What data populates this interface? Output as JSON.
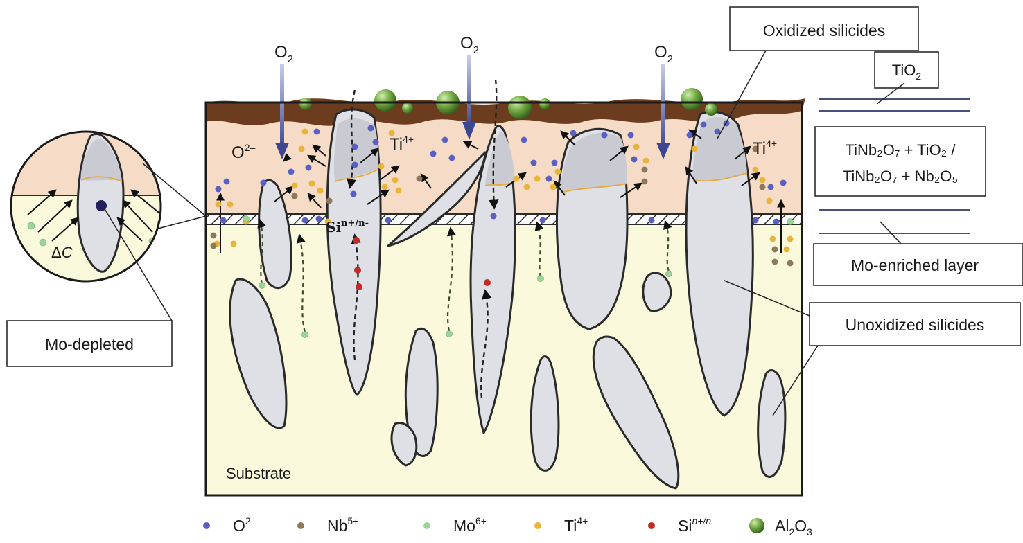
{
  "labels": {
    "o2_left": "O",
    "o2_mid": "O",
    "o2_right": "O",
    "o2_sub": "2",
    "o2minus_zone": "O",
    "o2minus_zone_sup": "2–",
    "ti4_left": "Ti",
    "ti4_right": "Ti",
    "ti4_sup": "4+",
    "si_label": "Si",
    "si_sup": "n+/n-",
    "substrate": "Substrate",
    "delta_c_symbol": "Δ",
    "delta_c_var": "C"
  },
  "callouts": {
    "oxidized_silicides": "Oxidized silicides",
    "tio2": "TiO",
    "tio2_sub": "2",
    "layer_line1": "TiNb₂O₇ + TiO₂ /",
    "layer_line2": "TiNb₂O₇ + Nb₂O₅",
    "mo_enriched": "Mo-enriched layer",
    "unoxidized_silicides": "Unoxidized silicides",
    "mo_depleted": "Mo-depleted"
  },
  "legend": [
    {
      "symbol": "O",
      "sup": "2–",
      "color": "#5a5fc4"
    },
    {
      "symbol": "Nb",
      "sup": "5+",
      "color": "#8d7a5c"
    },
    {
      "symbol": "Mo",
      "sup": "6+",
      "color": "#9bd39a"
    },
    {
      "symbol": "Ti",
      "sup": "4+",
      "color": "#e8b53a"
    },
    {
      "symbol": "Si",
      "sup": "n+/n–",
      "color": "#c42a2a"
    },
    {
      "symbol": "Al",
      "sub1": "2",
      "mid": "O",
      "sub2": "3",
      "color": "#6f9d3e"
    }
  ],
  "colors": {
    "oxide_scale": "#f6dcc6",
    "substrate": "#fbf9dc",
    "crust": "#6b3d1e",
    "o2_arrow": "#4a5298"
  }
}
